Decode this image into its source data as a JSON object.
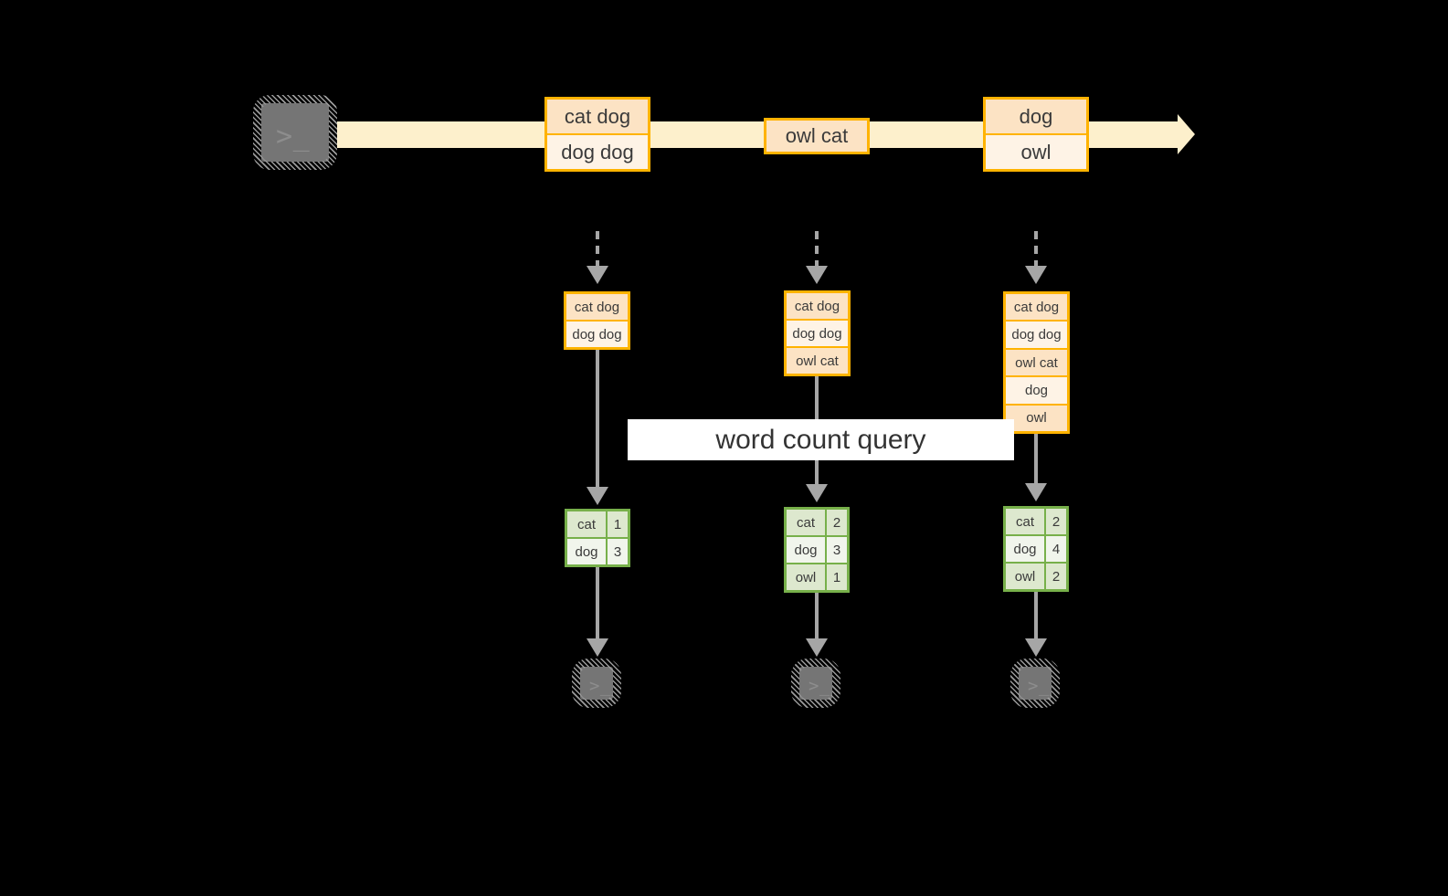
{
  "diagram": {
    "title_label": "word count query",
    "colors": {
      "background": "#000000",
      "stream_band": "#FDF0CC",
      "message_border": "#FFB300",
      "message_fill_dark": "#FCE3C4",
      "message_fill_light": "#FEF3E6",
      "table_border": "#77B04A",
      "table_fill_dark": "#DDE8CE",
      "table_fill_light": "#F1F5EC",
      "connector": "#A6A6A6",
      "terminal_fill": "#757575",
      "label_background": "#FFFFFF",
      "text": "#3A3A3A"
    },
    "terminals": {
      "producer_icon": "terminal-prompt-icon",
      "producer_glyph": ">_",
      "consumer_glyph": ">_",
      "consumer_icon": "terminal-prompt-icon"
    },
    "stream": {
      "icon": "arrow-right-icon",
      "messages": [
        {
          "lines": [
            "cat dog",
            "dog dog"
          ]
        },
        {
          "lines": [
            "owl cat"
          ]
        },
        {
          "lines": [
            "dog",
            "owl"
          ]
        }
      ]
    },
    "snapshots": [
      {
        "input_lines": [
          "cat dog",
          "dog dog"
        ],
        "counts": [
          {
            "word": "cat",
            "count": "1"
          },
          {
            "word": "dog",
            "count": "3"
          }
        ]
      },
      {
        "input_lines": [
          "cat dog",
          "dog dog",
          "owl cat"
        ],
        "counts": [
          {
            "word": "cat",
            "count": "2"
          },
          {
            "word": "dog",
            "count": "3"
          },
          {
            "word": "owl",
            "count": "1"
          }
        ]
      },
      {
        "input_lines": [
          "cat dog",
          "dog dog",
          "owl cat",
          "dog",
          "owl"
        ],
        "counts": [
          {
            "word": "cat",
            "count": "2"
          },
          {
            "word": "dog",
            "count": "4"
          },
          {
            "word": "owl",
            "count": "2"
          }
        ]
      }
    ]
  }
}
